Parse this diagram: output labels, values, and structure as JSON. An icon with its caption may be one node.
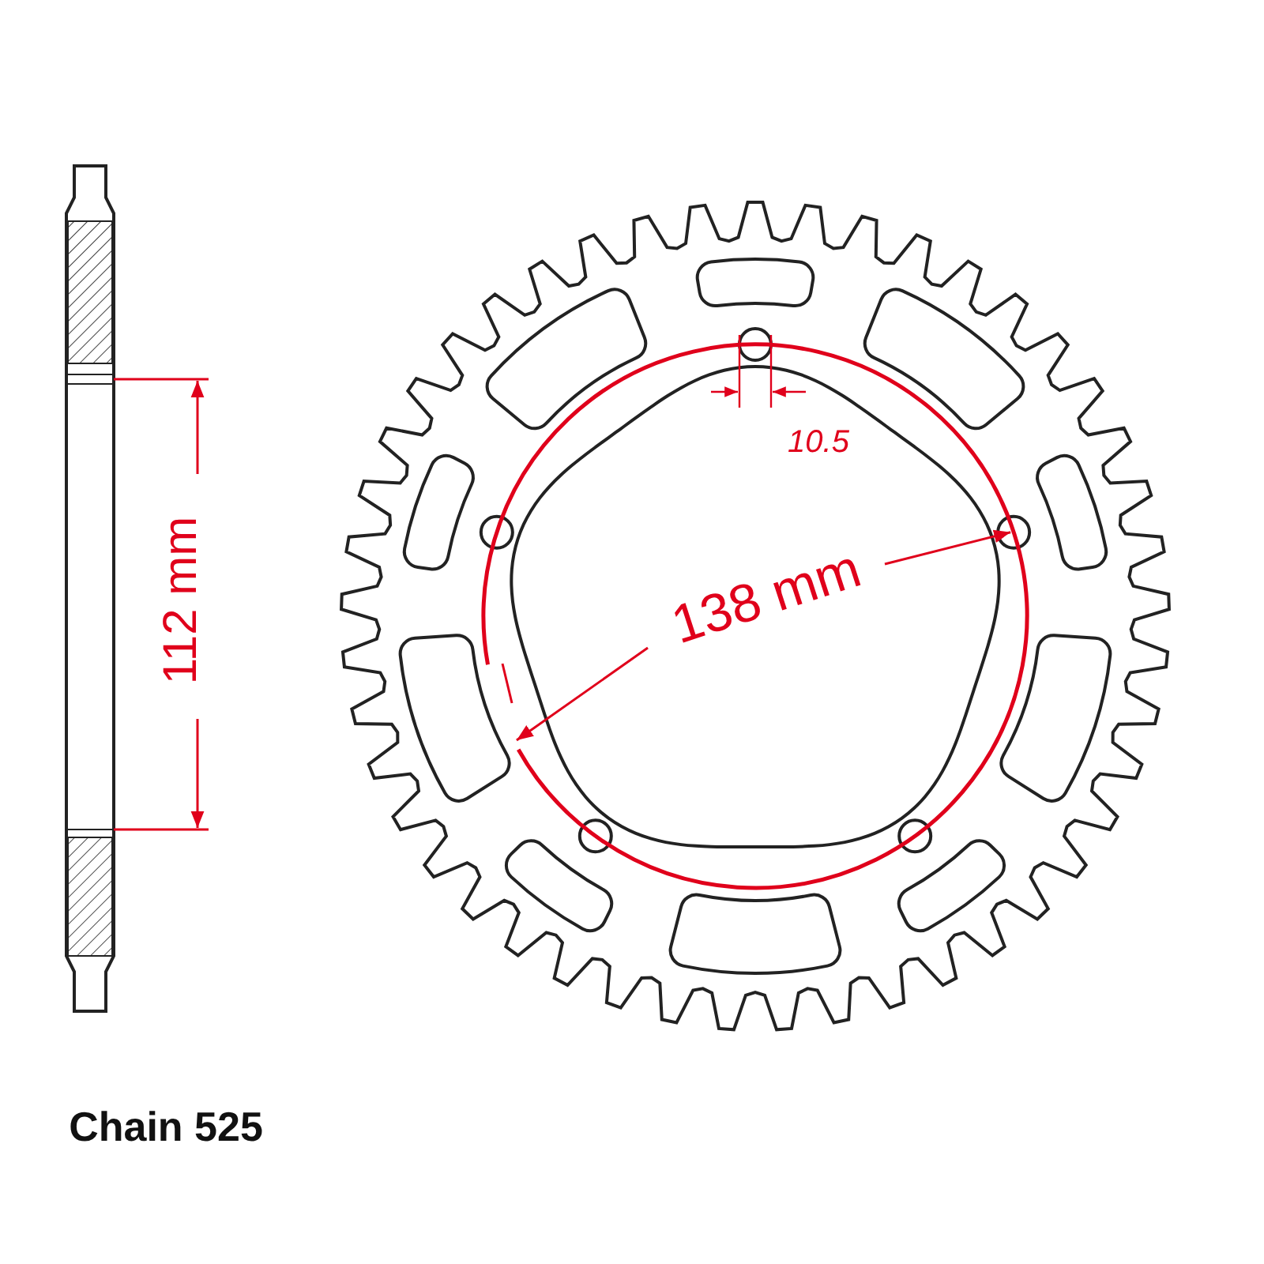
{
  "diagram": {
    "labels": [
      "112 mm",
      "10.5",
      "138 mm",
      "Chain 525"
    ]
  }
}
